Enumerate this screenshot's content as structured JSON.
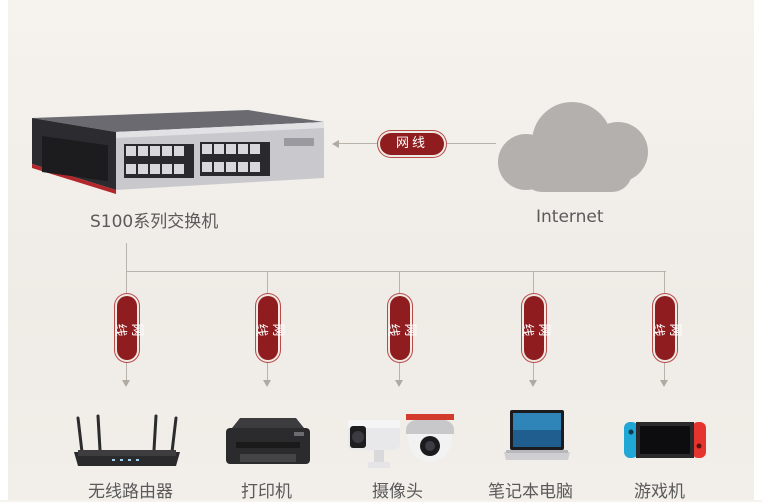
{
  "diagram": {
    "switch_label": "S100系列交换机",
    "cloud_label": "Internet",
    "cable_label": "网线",
    "devices": [
      {
        "label": "无线路由器",
        "icon": "router-icon"
      },
      {
        "label": "打印机",
        "icon": "printer-icon"
      },
      {
        "label": "摄像头",
        "icon": "camera-icon"
      },
      {
        "label": "笔记本电脑",
        "icon": "laptop-icon"
      },
      {
        "label": "游戏机",
        "icon": "game-console-icon"
      }
    ]
  },
  "colors": {
    "pill": "#8f1d1f",
    "line": "#b9b3ab",
    "cloud": "#b3b0ad",
    "switch_body": "#2c2c30",
    "switch_accent": "#b3262a",
    "console_left": "#1fa7d6",
    "console_right": "#e4342d"
  }
}
